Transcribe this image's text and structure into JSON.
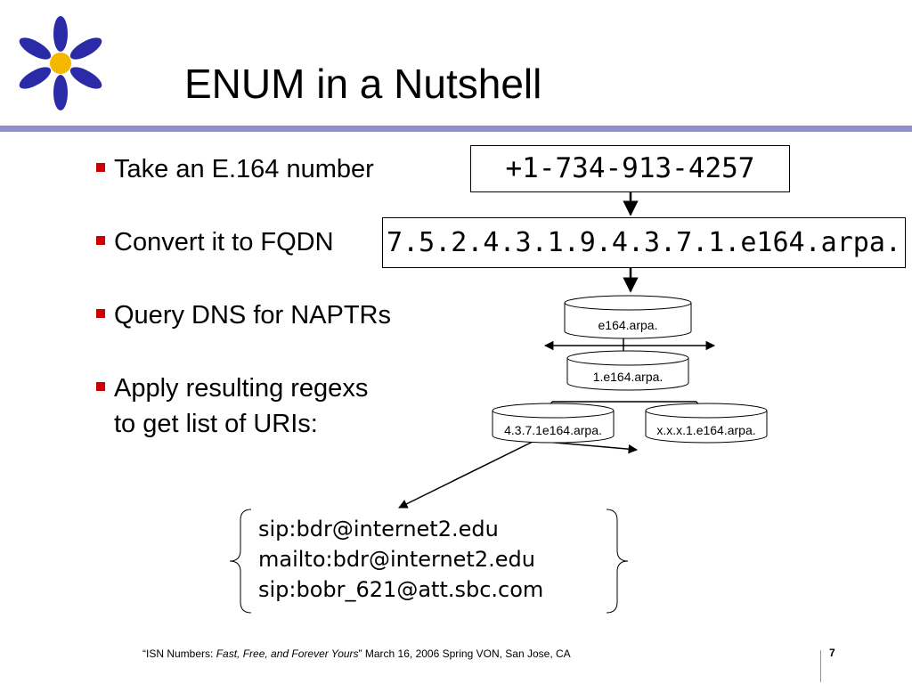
{
  "slide": {
    "title": "ENUM in a Nutshell",
    "bullets": [
      {
        "lines": [
          "Take an E.164 number"
        ]
      },
      {
        "lines": [
          "Convert it to FQDN"
        ]
      },
      {
        "lines": [
          "Query DNS for NAPTRs"
        ]
      },
      {
        "lines": [
          "Apply resulting regexs",
          "to get list of URIs:"
        ]
      }
    ],
    "colors": {
      "accent_bar": "#8f8fcf",
      "bullet_marker": "#cc0000",
      "logo_petal": "#2b2ba8",
      "logo_center": "#f5b800"
    }
  },
  "diagram": {
    "number_box": "+1-734-913-4257",
    "fqdn_box": "7.5.2.4.3.1.9.4.3.7.1.e164.arpa.",
    "dns_nodes": {
      "root": "e164.arpa.",
      "level1": "1.e164.arpa.",
      "left_child": "4.3.7.1e164.arpa.",
      "right_child": "x.x.x.1.e164.arpa."
    },
    "uris": [
      "sip:bdr@internet2.edu",
      "mailto:bdr@internet2.edu",
      "sip:bobr_621@att.sbc.com"
    ]
  },
  "footer": {
    "quote_open": "“ISN Numbers: ",
    "italic": "Fast, Free, and Forever Yours",
    "rest": "” March 16, 2006 Spring VON, San Jose, CA",
    "page_number": "7"
  }
}
